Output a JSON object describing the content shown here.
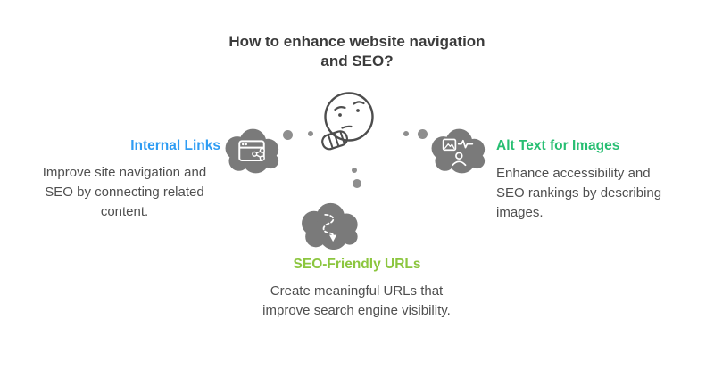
{
  "title": {
    "line1": "How to enhance website navigation",
    "line2": "and SEO?"
  },
  "colors": {
    "title_text": "#3b3b3b",
    "body_text": "#4f4f4f",
    "bubble_gray": "#7a7a7a",
    "dot_gray": "#8e8e8e",
    "internal_links_accent": "#2e9cf3",
    "alt_text_accent": "#27be72",
    "seo_urls_accent": "#8cc63f"
  },
  "center": {
    "figure": "thinking-face"
  },
  "items": [
    {
      "heading": "Internal Links",
      "description": "Improve site navigation and SEO by connecting related content.",
      "color": "#2e9cf3",
      "icon": "browser-share-icon",
      "position": "left"
    },
    {
      "heading": "Alt Text for Images",
      "description": "Enhance accessibility and SEO rankings by describing images.",
      "color": "#27be72",
      "icon": "image-alt-icon",
      "position": "right"
    },
    {
      "heading": "SEO-Friendly URLs",
      "description": "Create meaningful URLs that improve search engine visibility.",
      "color": "#8cc63f",
      "icon": "url-path-icon",
      "position": "bottom"
    }
  ]
}
